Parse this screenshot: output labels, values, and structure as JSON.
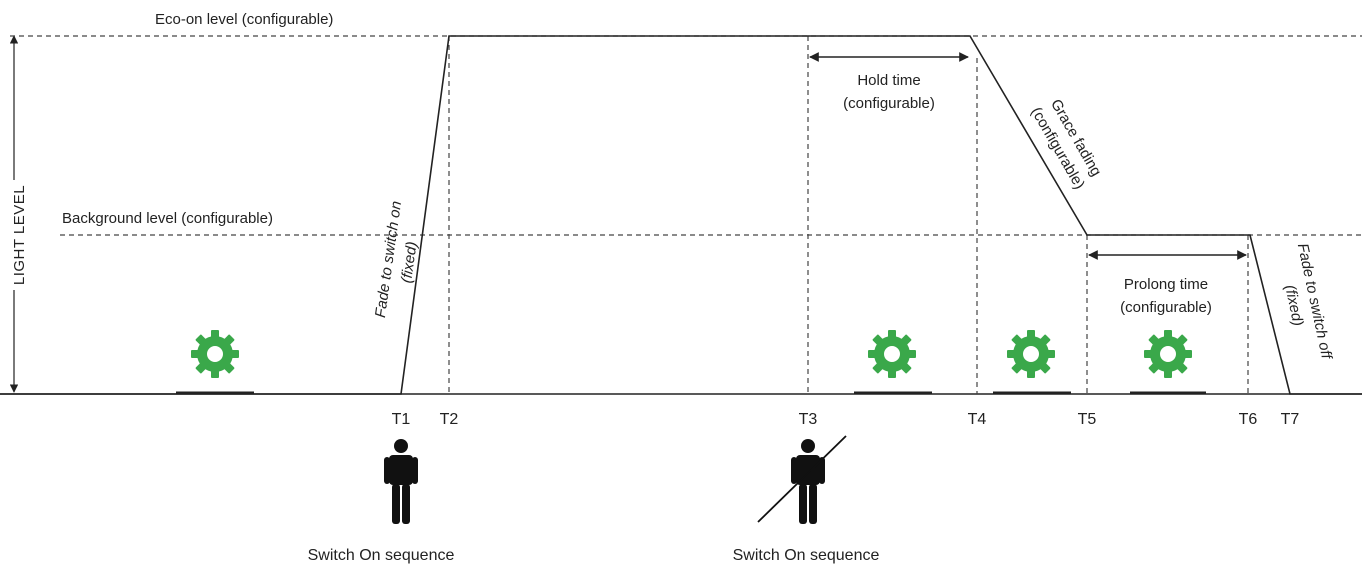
{
  "levels": {
    "eco_on": "Eco-on level (configurable)",
    "background": "Background level (configurable)"
  },
  "y_axis_label": "LIGHT LEVEL",
  "annotations": {
    "fade_on_line1": "Fade to switch on",
    "fade_on_line2": "(fixed)",
    "hold_line1": "Hold time",
    "hold_line2": "(configurable)",
    "grace_line1": "Grace fading",
    "grace_line2": "(configurable)",
    "prolong_line1": "Prolong time",
    "prolong_line2": "(configurable)",
    "fade_off_line1": "Fade to switch off",
    "fade_off_line2": "(fixed)"
  },
  "time_markers": [
    "T1",
    "T2",
    "T3",
    "T4",
    "T5",
    "T6",
    "T7"
  ],
  "captions": {
    "presence": "Switch On sequence",
    "absence": "Switch On sequence"
  },
  "colors": {
    "gear": "#3aa84a",
    "line": "#222222",
    "dashed": "#444444",
    "person": "#111111"
  },
  "icons": {
    "gear": "gear-icon",
    "person": "person-icon",
    "no_person": "person-crossed-icon"
  }
}
